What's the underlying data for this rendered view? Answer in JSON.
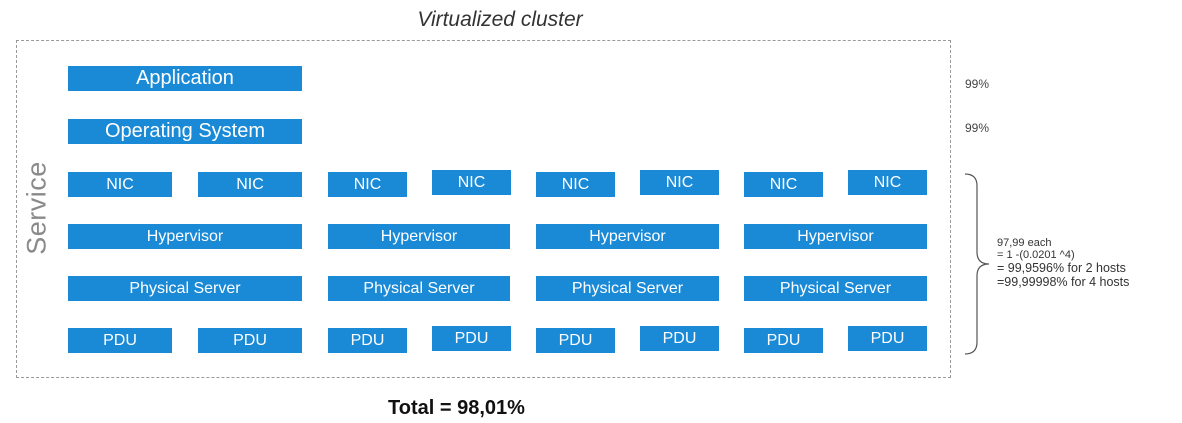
{
  "diagram": {
    "title": "Virtualized cluster",
    "service_label": "Service",
    "application_label": "Application",
    "os_label": "Operating System",
    "nic_label": "NIC",
    "hypervisor_label": "Hypervisor",
    "server_label": "Physical Server",
    "pdu_label": "PDU",
    "application_availability": "99%",
    "os_availability": "99%",
    "redundancy_note": {
      "line1": "97,99 each",
      "line2": "= 1 -(0.0201 ^4)",
      "line3": "= 99,9596% for 2 hosts",
      "line4": "=99,99998% for 4 hosts"
    },
    "total": "Total = 98,01%"
  }
}
